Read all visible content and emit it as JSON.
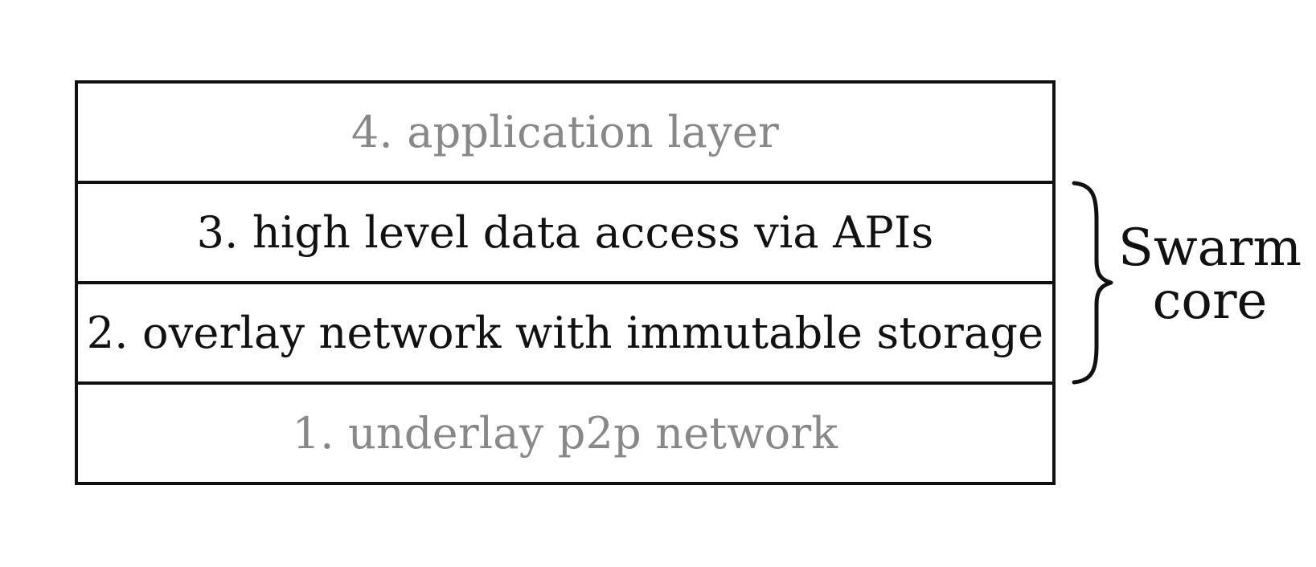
{
  "layers": [
    {
      "label": "4. application layer",
      "tone": "muted"
    },
    {
      "label": "3. high level data access via APIs",
      "tone": "core"
    },
    {
      "label": "2. overlay network with immutable storage",
      "tone": "core"
    },
    {
      "label": "1. underlay p2p network",
      "tone": "muted"
    }
  ],
  "annotation": {
    "line1": "Swarm",
    "line2": "core"
  },
  "colors": {
    "core_text": "#111111",
    "muted_text": "#888888",
    "border": "#111111"
  }
}
